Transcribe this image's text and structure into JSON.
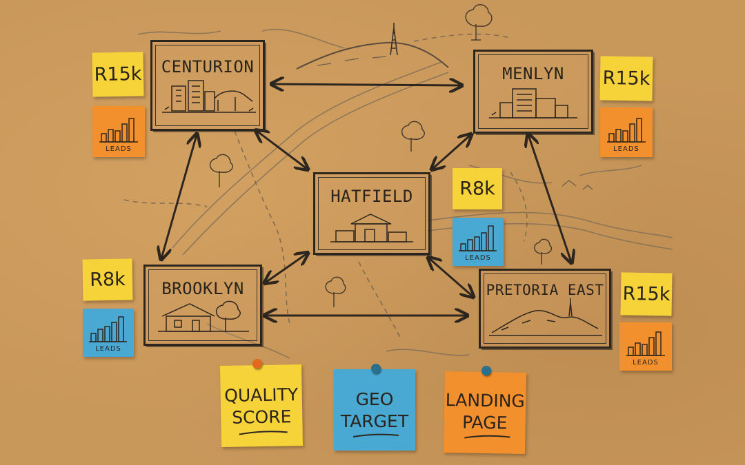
{
  "locations": {
    "centurion": "CENTURION",
    "menlyn": "MENLYN",
    "hatfield": "HATFIELD",
    "brooklyn": "BROOKLYN",
    "pretoria_east": "PRETORIA EAST"
  },
  "budgets": {
    "centurion": "R15k",
    "menlyn": "R15k",
    "hatfield": "R8k",
    "brooklyn": "R8k",
    "pretoria_east": "R15k"
  },
  "leads_label": "LEADS",
  "factors": [
    {
      "line1": "QUALITY",
      "line2": "SCORE"
    },
    {
      "line1": "GEO",
      "line2": "TARGET"
    },
    {
      "line1": "LANDING",
      "line2": "PAGE"
    }
  ],
  "colors": {
    "yellow": "#f7d33a",
    "orange": "#f3902e",
    "blue": "#49a9d2",
    "ink": "#2d261f",
    "board": "#c8975a"
  }
}
